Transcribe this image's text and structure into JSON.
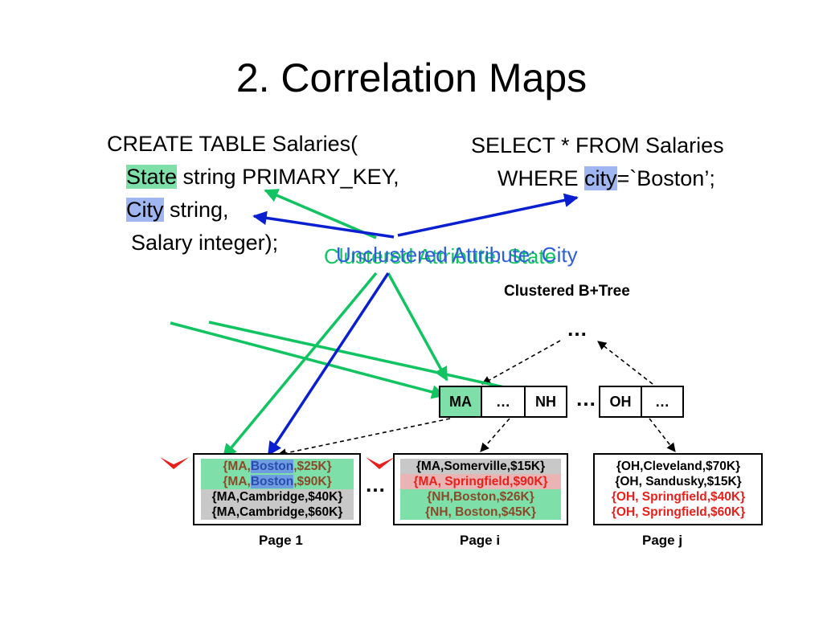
{
  "title": "2. Correlation Maps",
  "create_sql": {
    "line1": "CREATE TABLE Salaries(",
    "state_word": "State",
    "line2_rest": " string PRIMARY_KEY,",
    "city_word": "City",
    "line3_rest": " string,",
    "line4": "Salary integer);"
  },
  "select_sql": {
    "line1": "SELECT * FROM Salaries",
    "where_prefix": "WHERE ",
    "city_word": "city",
    "where_suffix": "=`Boston’;"
  },
  "labels": {
    "unclustered": "Unclustered Attribute: City",
    "clustered": "Clustered Attribute: State",
    "btree": "Clustered B+Tree"
  },
  "btree": {
    "root_ellipsis": "…",
    "inner_cells": [
      "MA",
      "…",
      "NH"
    ],
    "right_cells": [
      "OH",
      "…"
    ],
    "gap_ellipsis": "…"
  },
  "pages": [
    {
      "label": "Page 1",
      "rows": [
        {
          "state": "MA",
          "city": "Boston",
          "salary": "$25K"
        },
        {
          "state": "MA",
          "city": "Boston",
          "salary": "$90K"
        },
        {
          "text": "{MA,Cambridge,$40K}"
        },
        {
          "text": "{MA,Cambridge,$60K}"
        }
      ]
    },
    {
      "label": "Page i",
      "rows": [
        {
          "text": "{MA,Somerville,$15K}"
        },
        {
          "text": "{MA, Springfield,$90K}"
        },
        {
          "text": "{NH,Boston,$26K}"
        },
        {
          "text": "{NH, Boston,$45K}"
        }
      ]
    },
    {
      "label": "Page j",
      "rows": [
        {
          "text": "{OH,Cleveland,$70K}"
        },
        {
          "text": "{OH, Sandusky,$15K}"
        },
        {
          "text": "{OH, Springfield,$40K}"
        },
        {
          "text": "{OH, Springfield,$60K}"
        }
      ]
    }
  ],
  "page_gap_ellipsis": "…",
  "colors": {
    "green": "#11c461",
    "blue": "#0a1fd0",
    "red": "#e8201c",
    "green_highlight": "#7ee0a8",
    "blue_highlight": "#9fb6f0",
    "gray_row": "#c8c8c8",
    "pink_row": "#e8b4b4",
    "salary_text": "#8a4a2a"
  }
}
